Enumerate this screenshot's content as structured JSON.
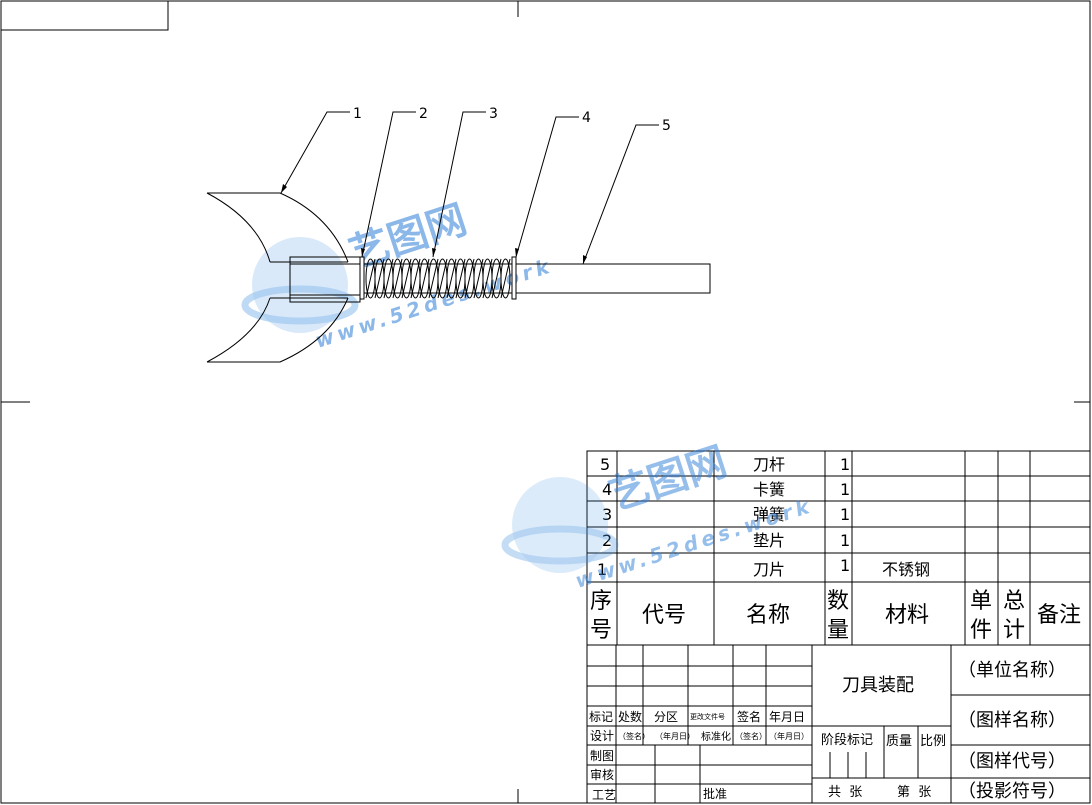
{
  "callouts": [
    "1",
    "2",
    "3",
    "4",
    "5"
  ],
  "watermark": {
    "brand": "艺图网",
    "url": "www.52des.work",
    "color": "#2f7fd8"
  },
  "parts_list": {
    "rows": [
      {
        "no": "5",
        "code": "",
        "name": "刀杆",
        "qty": "1",
        "material": ""
      },
      {
        "no": "4",
        "code": "",
        "name": "卡簧",
        "qty": "1",
        "material": ""
      },
      {
        "no": "3",
        "code": "",
        "name": "弹簧",
        "qty": "1",
        "material": ""
      },
      {
        "no": "2",
        "code": "",
        "name": "垫片",
        "qty": "1",
        "material": ""
      },
      {
        "no": "1",
        "code": "",
        "name": "刀片",
        "qty": "1",
        "material": "不锈钢"
      }
    ],
    "header": {
      "no": "序号",
      "code": "代号",
      "name": "名称",
      "qty": "数量",
      "material": "材料",
      "unit": "单件",
      "total": "总计",
      "remark": "备注"
    }
  },
  "title_block": {
    "drawing_title": "刀具装配",
    "unit_name": "（单位名称）",
    "drawing_name": "（图样名称）",
    "drawing_code": "（图样代号）",
    "projection": "（投影符号）",
    "rev_labels": {
      "mark": "标记",
      "count": "处数",
      "zone": "分区",
      "doc": "更改文件号",
      "sign": "签名",
      "date": "年月日"
    },
    "design": "设计",
    "sign_hint": "（签名）",
    "date_hint": "（年月日）",
    "standardize": "标准化",
    "draw": "制图",
    "review": "审核",
    "process": "工艺",
    "approve": "批准",
    "stage_mark": "阶段标记",
    "mass": "质量",
    "scale": "比例",
    "sheets_total": "共  张",
    "sheet_no": "第  张"
  }
}
